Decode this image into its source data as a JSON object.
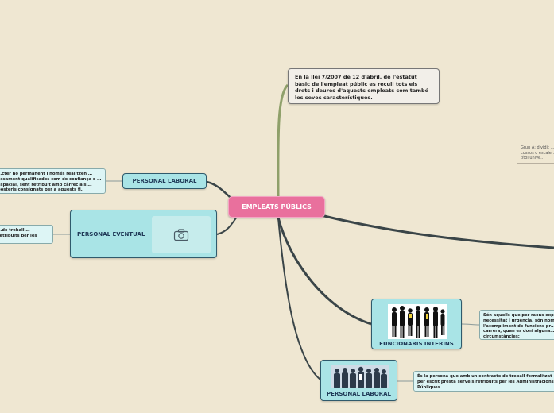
{
  "central": {
    "label": "EMPLEATS PÚBLICS"
  },
  "intro_note": {
    "text": "En la llei 7/2007 de 12 d'abril, de l'estatut bàsic de l'empleat públic es recull tots els drets i deures d'aquests empleats com també les seves característiques."
  },
  "branches": {
    "laboral_top": {
      "label": "PERSONAL LABORAL",
      "detail": "…cter no permanent i només realitzen …essament qualificades com de confiança o … espacial, sent retribuït amb càrrec als …posteris consignats per a aquests fi."
    },
    "eventual": {
      "label": "PERSONAL EVENTUAL",
      "detail": "…de treball …retribuïts per les",
      "image_icon": "camera-icon"
    },
    "interins": {
      "label": "FUNCIONARIS INTERINS",
      "detail": "Són aquells que per raons exp… necessitat i urgència, són nom… l'acompliment de funcions pr… carrera, quan es doni alguna… circumstàncies:"
    },
    "laboral_bottom": {
      "label": "PERSONAL LABORAL",
      "detail": "És la persona que amb un contracte de treball formalitzat per escrit presta serveis retribuïts per les Administracions Públiques."
    }
  },
  "side_note": {
    "text": "Grup A: dividit … cossos o escale… d'un títol unive…"
  },
  "colors": {
    "background": "#efe7d2",
    "central": "#e9709d",
    "topic": "#a9e4e6",
    "branch_dark": "#3a4548",
    "branch_olive": "#8fa06a"
  }
}
